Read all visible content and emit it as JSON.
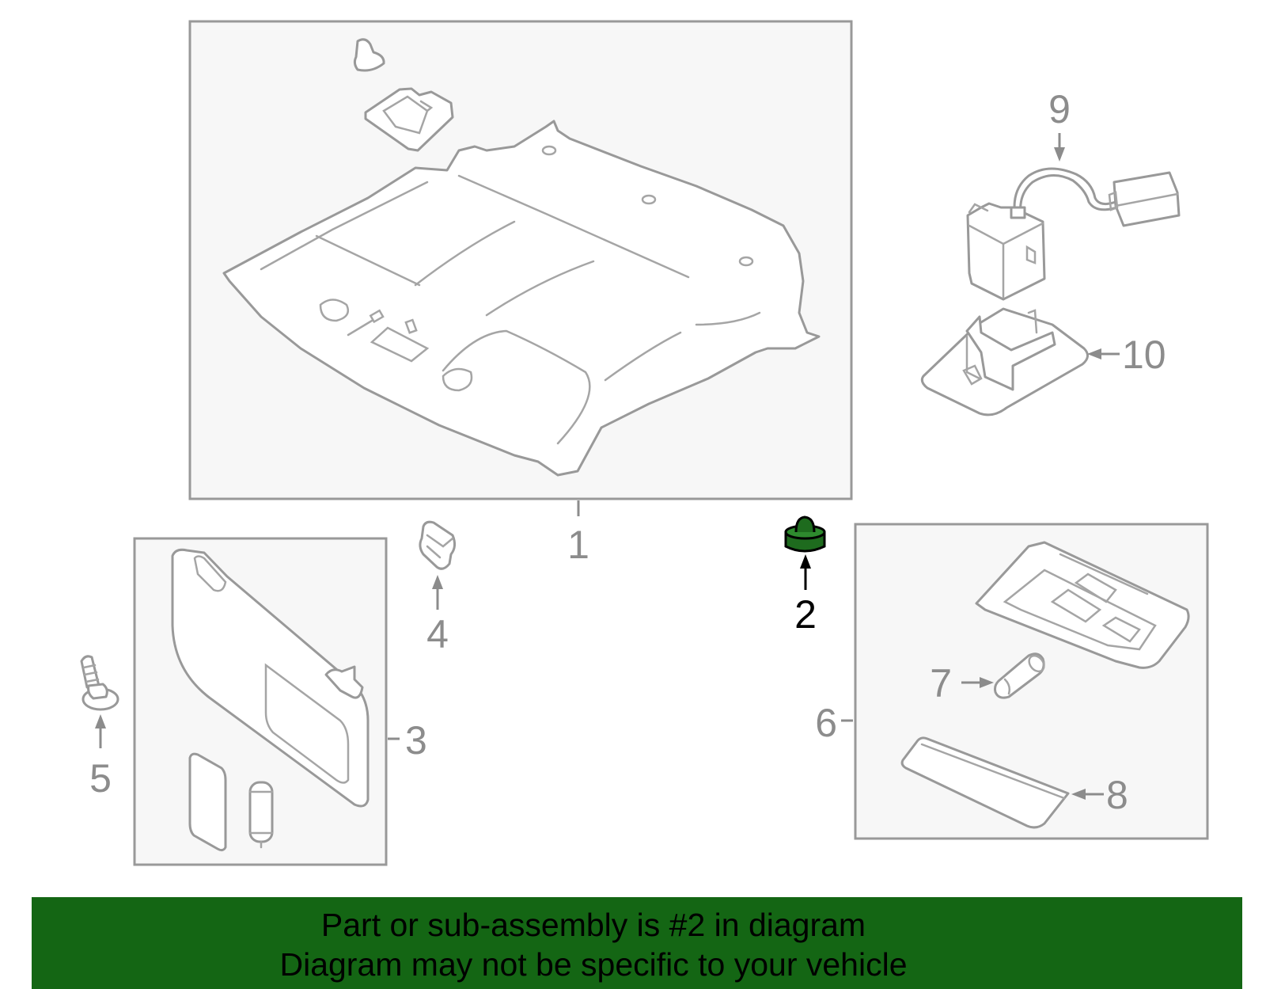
{
  "diagram": {
    "highlight_color": "#1e6b1e",
    "callouts": [
      {
        "id": "1",
        "label": "1"
      },
      {
        "id": "2",
        "label": "2",
        "highlighted": true
      },
      {
        "id": "3",
        "label": "3"
      },
      {
        "id": "4",
        "label": "4"
      },
      {
        "id": "5",
        "label": "5"
      },
      {
        "id": "6",
        "label": "6"
      },
      {
        "id": "7",
        "label": "7"
      },
      {
        "id": "8",
        "label": "8"
      },
      {
        "id": "9",
        "label": "9"
      },
      {
        "id": "10",
        "label": "10"
      }
    ]
  },
  "banner": {
    "background": "#146614",
    "line1": "Part or sub-assembly is #2 in diagram",
    "line2": "Diagram may not be specific to your vehicle"
  }
}
